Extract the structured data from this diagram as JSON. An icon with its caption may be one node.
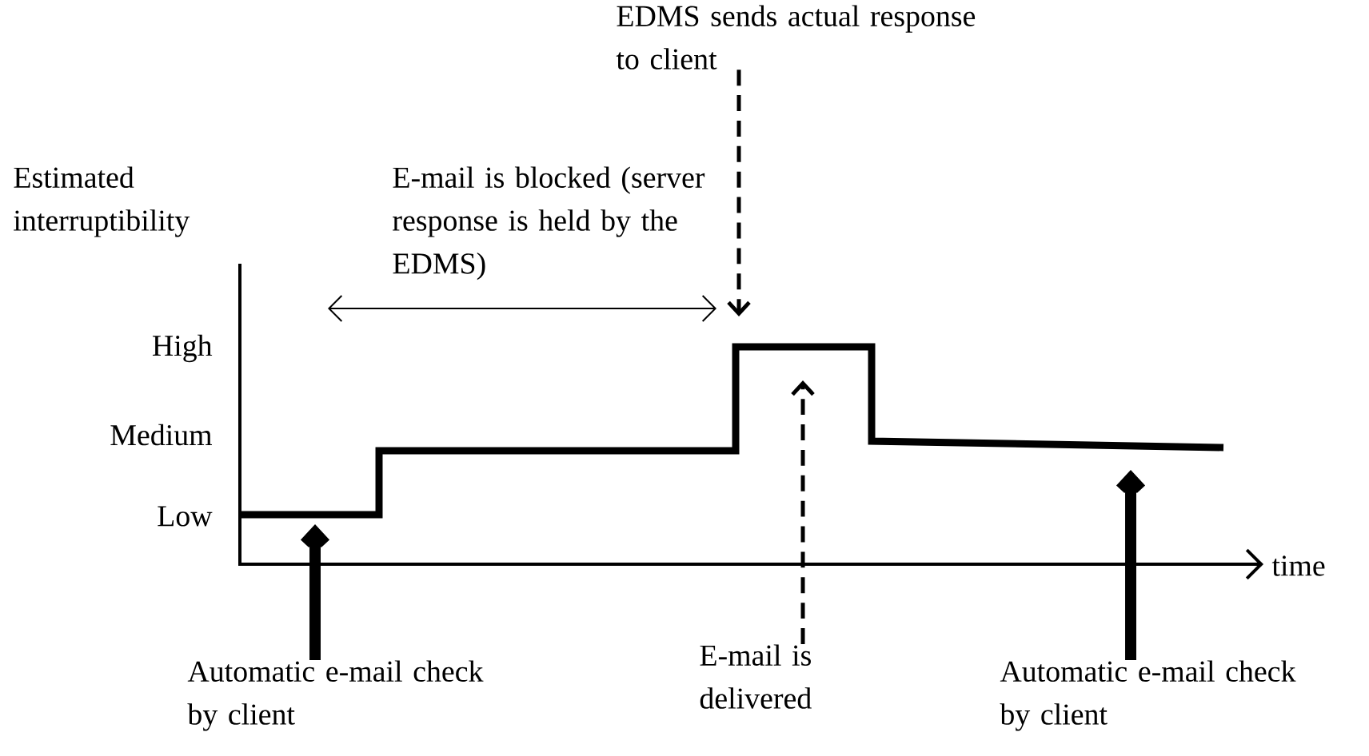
{
  "diagram": {
    "nodes": [
      {
        "text": [
          "EDMS sends actual response to client"
        ]
      },
      {
        "text": [
          "Automatic e-mail check by client"
        ]
      },
      {
        "text": [
          "E-mail is delivered"
        ]
      },
      {
        "text": [
          "Automatic e-mail check by client"
        ]
      }
    ],
    "edges": [
      {
        "from": 0,
        "to": null,
        "arrow": "to",
        "style": "dashed"
      },
      {
        "from": 1,
        "to": null,
        "arrow": "to",
        "style": "thick"
      },
      {
        "from": 2,
        "to": null,
        "arrow": "to",
        "style": "dashed"
      },
      {
        "from": 3,
        "to": null,
        "arrow": "to",
        "style": "thick"
      }
    ],
    "labels": [
      "Estimated interruptibility",
      "E-mail is blocked (server response is held by the EDMS)",
      "High",
      "Medium",
      "Low",
      "time"
    ]
  }
}
